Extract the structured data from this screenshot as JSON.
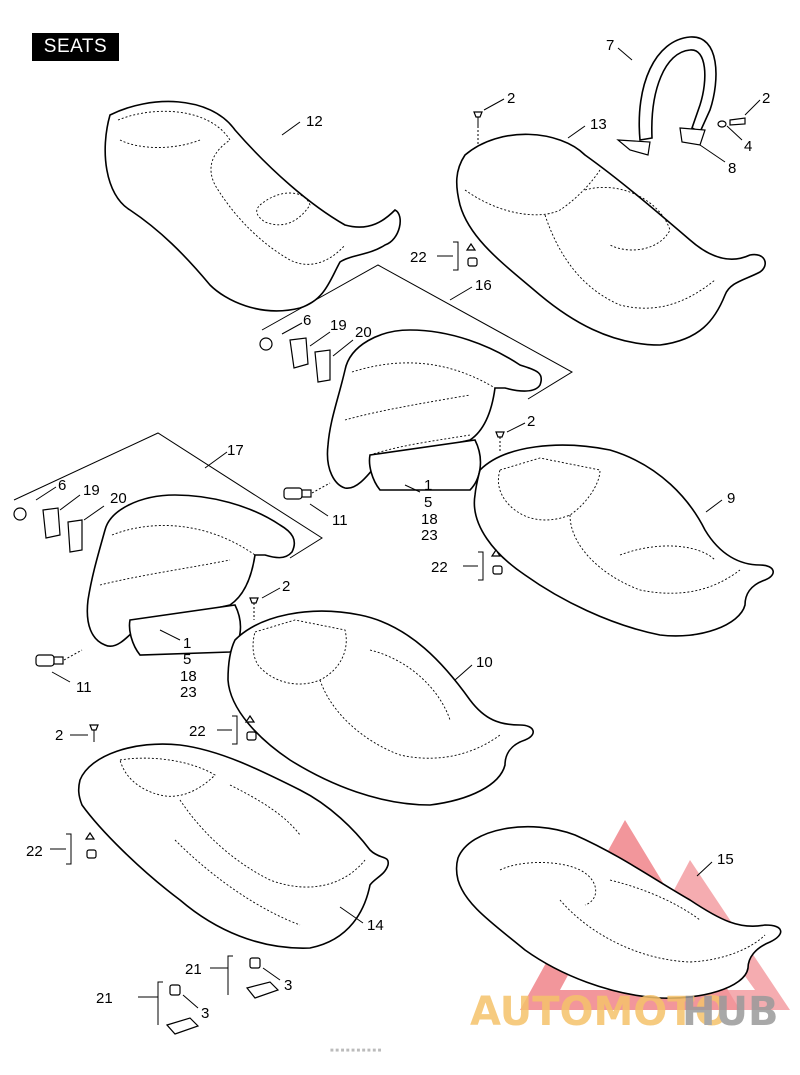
{
  "page": {
    "section_title": "SEATS"
  },
  "callouts": {
    "c1a": "1",
    "c1b": "1",
    "c2a": "2",
    "c2b": "2",
    "c2c": "2",
    "c2d": "2",
    "c2e": "2",
    "c3a": "3",
    "c3b": "3",
    "c4": "4",
    "c5a": "5",
    "c5b": "5",
    "c6a": "6",
    "c6b": "6",
    "c7": "7",
    "c8": "8",
    "c9": "9",
    "c10": "10",
    "c11a": "11",
    "c11b": "11",
    "c12": "12",
    "c13": "13",
    "c14": "14",
    "c15": "15",
    "c16": "16",
    "c17": "17",
    "c18a": "18",
    "c18b": "18",
    "c19a": "19",
    "c19b": "19",
    "c20a": "20",
    "c20b": "20",
    "c21a": "21",
    "c21b": "21",
    "c22a": "22",
    "c22b": "22",
    "c22c": "22",
    "c22d": "22",
    "c23a": "23",
    "c23b": "23"
  },
  "watermark": {
    "text_primary": "AUTOMOTO",
    "text_secondary": "HUB",
    "color_primary": "#f5c26b",
    "color_secondary": "#9a9a9a",
    "logo_color": "#e8414b"
  },
  "footer_faint": "■ ■ ■ ■ ■ ■ ■ ■ ■ ■"
}
